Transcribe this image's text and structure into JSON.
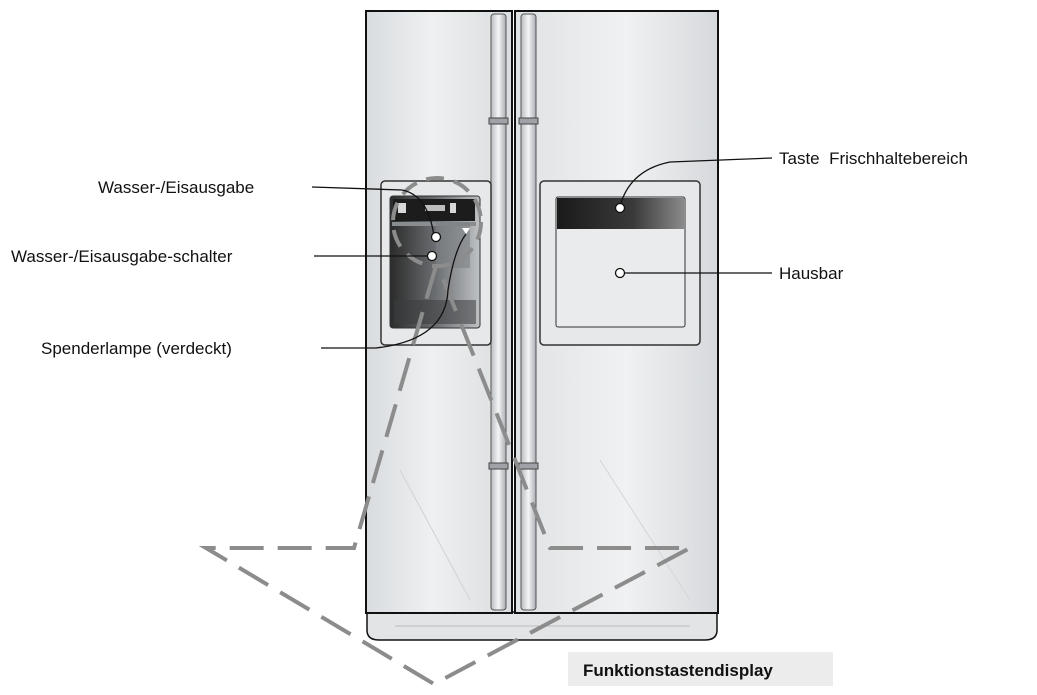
{
  "labels": {
    "water_ice_dispenser": "Wasser-/Eisausgabe",
    "dispenser_switch": "Wasser-/Eisausgabe-schalter",
    "dispenser_lamp": "Spenderlampe (verdeckt)",
    "fresh_zone_button": "Taste  Frischhaltebereich",
    "home_bar": "Hausbar",
    "function_display": "Funktionstastendisplay"
  },
  "colors": {
    "outline": "#111111",
    "dashed_callout": "#8c8c8c",
    "caption_background": "#ececec",
    "door_surface": "#e4e6e8"
  }
}
